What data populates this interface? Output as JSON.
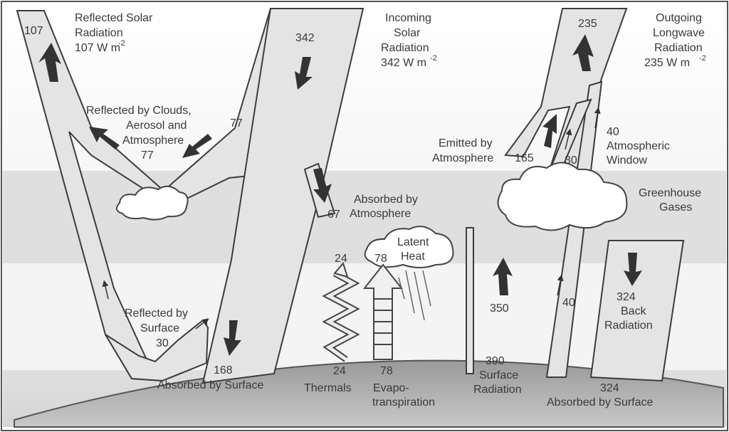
{
  "diagram": {
    "reflected_solar": {
      "line1": "Reflected Solar",
      "line2": "Radiation",
      "line3": "107 W m",
      "exp": "-2",
      "value": "107"
    },
    "incoming_solar": {
      "line1": "Incoming",
      "line2": "Solar",
      "line3": "Radiation",
      "line4": "342 W m",
      "exp": "-2",
      "value": "342"
    },
    "outgoing_longwave": {
      "line1": "Outgoing",
      "line2": "Longwave",
      "line3": "Radiation",
      "line4": "235 W m",
      "exp": "-2",
      "value": "235"
    },
    "reflected_clouds": {
      "line1": "Reflected by Clouds,",
      "line2": "Aerosol and",
      "line3": "Atmosphere",
      "value": "77",
      "value2": "77"
    },
    "absorbed_atmosphere": {
      "value": "67",
      "line1": "Absorbed by",
      "line2": "Atmosphere"
    },
    "emitted_atmosphere": {
      "line1": "Emitted by",
      "line2": "Atmosphere",
      "value": "165"
    },
    "window_inner": "30",
    "atmospheric_window": {
      "value": "40",
      "line1": "Atmospheric",
      "line2": "Window"
    },
    "greenhouse": {
      "line1": "Greenhouse",
      "line2": "Gases"
    },
    "latent_heat": {
      "line1": "Latent",
      "line2": "Heat",
      "value": "78"
    },
    "thermals_up": "24",
    "reflected_surface": {
      "line1": "Reflected by",
      "line2": "Surface",
      "value": "30"
    },
    "surface_rad_up": "350",
    "window_up": "40",
    "back_radiation": {
      "value": "324",
      "line1": "Back",
      "line2": "Radiation"
    },
    "absorbed_surface_left": {
      "value": "168",
      "label": "Absorbed by Surface"
    },
    "thermals": {
      "value": "24",
      "label": "Thermals"
    },
    "evapotranspiration": {
      "value": "78",
      "line1": "Evapo-",
      "line2": "transpiration"
    },
    "surface_radiation": {
      "value": "390",
      "line1": "Surface",
      "line2": "Radiation"
    },
    "absorbed_surface_right": {
      "value": "324",
      "label": "Absorbed by Surface"
    }
  }
}
